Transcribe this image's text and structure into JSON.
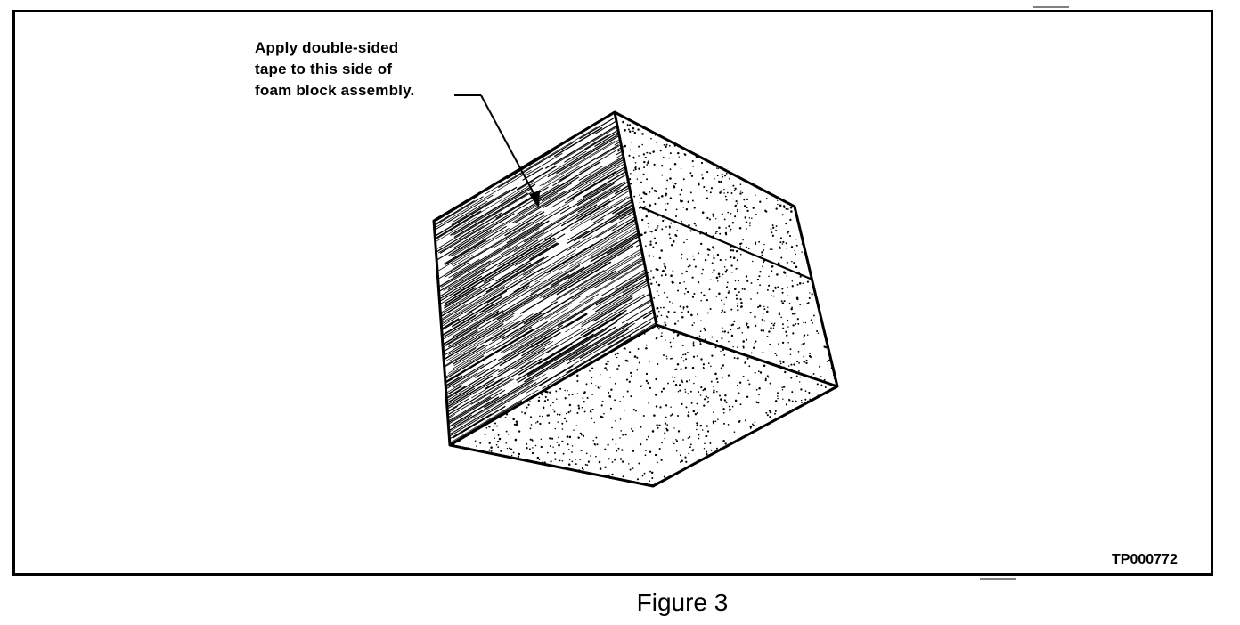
{
  "figure": {
    "callout_lines": [
      "Apply double-sided",
      "tape to this side of",
      "foam block assembly."
    ],
    "reference_code": "TP000772",
    "caption": "Figure 3"
  },
  "style": {
    "line_color": "#000000",
    "background": "#ffffff"
  }
}
